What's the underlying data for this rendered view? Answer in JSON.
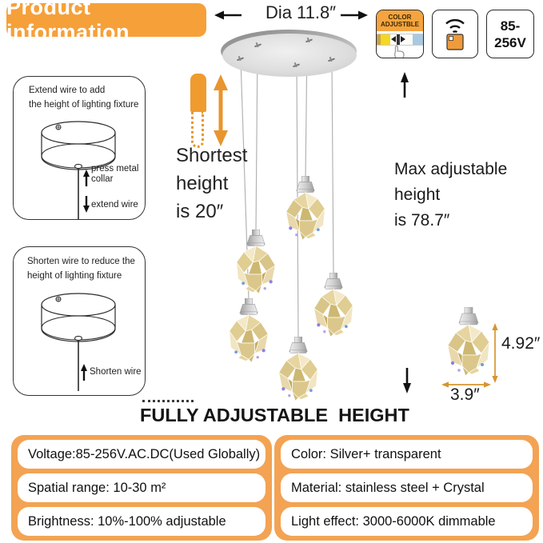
{
  "banner": {
    "title": "Product information"
  },
  "canopy": {
    "dia_label": "Dia 11.8″"
  },
  "badges": {
    "color_adjustable": {
      "line1": "COLOR",
      "line2": "ADJUSTBLE"
    },
    "remote": {
      "icon": "wifi-remote-icon"
    },
    "voltage": {
      "line1": "85-",
      "line2": "256V"
    }
  },
  "instruction_boxes": {
    "extend": {
      "line1": "Extend wire to add",
      "line2": "the height of lighting fixture",
      "up_label1": "press metal",
      "up_label2": "collar",
      "down_label": "extend wire"
    },
    "shorten": {
      "line1": "Shorten wire to reduce the",
      "line2": "height of lighting fixture",
      "up_label": "Shorten wire"
    }
  },
  "measurements": {
    "shortest": {
      "line1": "Shortest",
      "line2": "height",
      "line3": "is 20″"
    },
    "max": {
      "line1": "Max adjustable",
      "line2": "height",
      "line3": "is 78.7″"
    },
    "lamp_height": "4.92″",
    "lamp_width": "3.9″"
  },
  "heading": {
    "text": "FULLY ADJUSTABLE  HEIGHT"
  },
  "spec_table": {
    "left": [
      "Voltage:85-256V.AC.DC(Used Globally)",
      "Spatial range: 10-30 m²",
      "Brightness: 10%-100% adjustable"
    ],
    "right": [
      "Color: Silver+ transparent",
      "Material: stainless steel + Crystal",
      "Light effect: 3000-6000K dimmable"
    ]
  },
  "icons": {
    "remote": "wifi-remote-icon",
    "hand": "hand-pointer-icon",
    "color_strip": "color-slider-icon",
    "double_arrow": "up-down-arrow-icon"
  },
  "colors": {
    "accent_orange": "#F6A03A",
    "table_orange": "#F3A353",
    "indicator_orange": "#EF9B2F",
    "dimension_orange": "#D6952E",
    "crystal_gold": "#E3D094",
    "canopy_silver": "#C9C9C9"
  }
}
